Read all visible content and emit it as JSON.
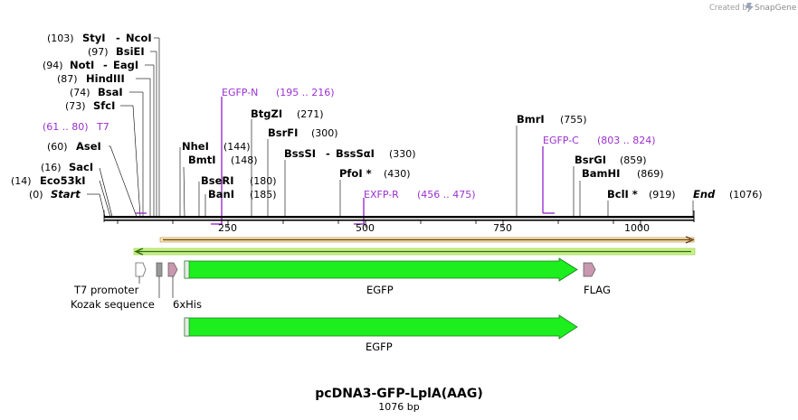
{
  "credit": {
    "created_by": "Created by",
    "brand": "SnapGene"
  },
  "map": {
    "title": "pcDNA3-GFP-LplA(AAG)",
    "length_label": "1076 bp",
    "ticks": [
      "250",
      "500",
      "750",
      "1000"
    ],
    "sites": [
      {
        "pos": "(103)",
        "name": "StyI",
        "pos2": "",
        "name2": "NcoI",
        "sep": "-"
      },
      {
        "pos": "(97)",
        "name": "BsiEI"
      },
      {
        "pos": "(94)",
        "name": "NotI",
        "name2": "EagI",
        "sep": "-"
      },
      {
        "pos": "(87)",
        "name": "HindIII"
      },
      {
        "pos": "(74)",
        "name": "BsaI"
      },
      {
        "pos": "(73)",
        "name": "SfcI"
      },
      {
        "pos": "(60)",
        "name": "AseI"
      },
      {
        "pos": "(16)",
        "name": "SacI"
      },
      {
        "pos": "(14)",
        "name": "Eco53kI"
      },
      {
        "pos": "(0)",
        "name": "Start"
      },
      {
        "pos": "(144)",
        "name": "NheI"
      },
      {
        "pos": "(148)",
        "name": "BmtI"
      },
      {
        "pos": "(180)",
        "name": "BseRI"
      },
      {
        "pos": "(185)",
        "name": "BanI"
      },
      {
        "pos": "(271)",
        "name": "BtgZI"
      },
      {
        "pos": "(300)",
        "name": "BsrFI"
      },
      {
        "pos": "(330)",
        "name": "BssSI",
        "name2": "BssSαI",
        "sep": "-"
      },
      {
        "pos": "(430)",
        "name": "PfoI *"
      },
      {
        "pos": "(755)",
        "name": "BmrI"
      },
      {
        "pos": "(859)",
        "name": "BsrGI"
      },
      {
        "pos": "(869)",
        "name": "BamHI"
      },
      {
        "pos": "(919)",
        "name": "BclI *"
      },
      {
        "pos": "(1076)",
        "name": "End"
      }
    ],
    "primers": [
      {
        "name": "T7",
        "range": "(61 .. 80)"
      },
      {
        "name": "EGFP-N",
        "range": "(195 .. 216)"
      },
      {
        "name": "EXFP-R",
        "range": "(456 .. 475)"
      },
      {
        "name": "EGFP-C",
        "range": "(803 .. 824)"
      }
    ],
    "features": [
      {
        "name": "T7 promoter"
      },
      {
        "name": "Kozak sequence"
      },
      {
        "name": "6xHis"
      },
      {
        "name": "EGFP"
      },
      {
        "name": "FLAG"
      }
    ],
    "translation": {
      "name": "EGFP"
    },
    "colors": {
      "primer": "#9b30d0",
      "egfp": "#1dee1d",
      "flag": "#c898b0",
      "kozak": "#999999",
      "orf_line": "#c8873a",
      "orf_back": "#a6e34a"
    }
  }
}
